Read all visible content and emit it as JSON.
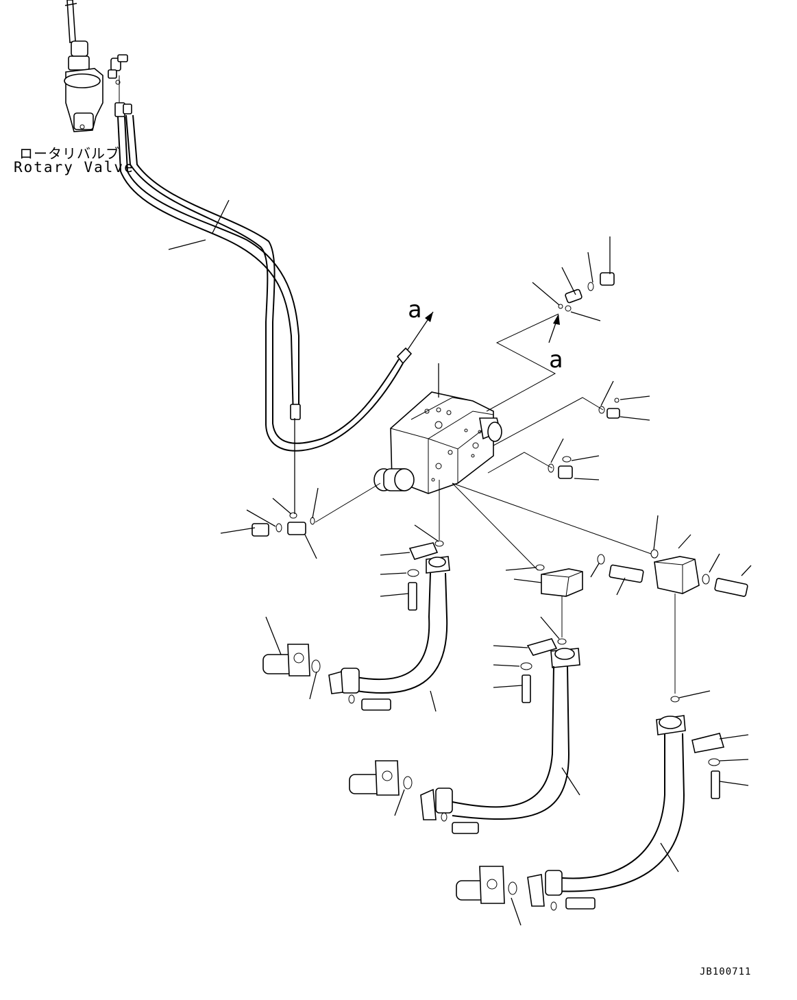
{
  "labels": {
    "rotary_valve_jp": "ロータリバルブ",
    "rotary_valve_en": "Rotary Valve",
    "reference_a_top": "a",
    "reference_a_right": "a",
    "drawing_code": "JB100711"
  }
}
